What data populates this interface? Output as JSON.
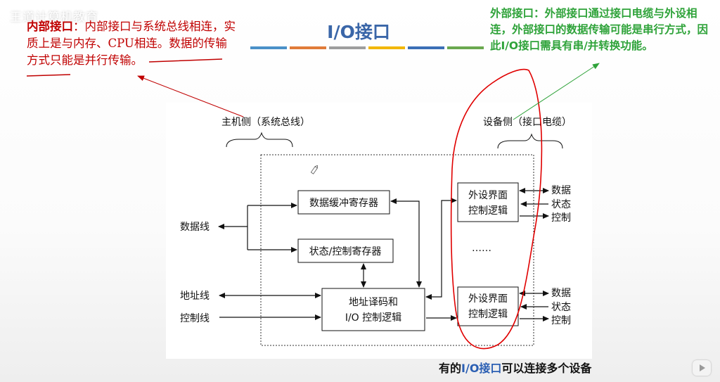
{
  "watermark": "王道计算机教育",
  "slide_title": "I/O接口",
  "accent_colors": [
    "#4a90c8",
    "#e07b39",
    "#9e9e9e",
    "#f2b705",
    "#3b6fb6",
    "#6aa84f"
  ],
  "left_note": {
    "label": "内部接口",
    "text": "：内部接口与系统总线相连，实质上是与内存、CPU相连。数据的传输方式只能是并行传输。"
  },
  "right_note": {
    "label": "外部接口",
    "text": "：外部接口通过接口电缆与外设相连，外部接口的数据传输可能是串行方式，因此I/O接口需具有串/并转换功能。"
  },
  "diagram": {
    "host_side": "主机侧（系统总线）",
    "device_side": "设备侧（接口电缆）",
    "data_line": "数据线",
    "address_line": "地址线",
    "control_line": "控制线",
    "data_buffer": "数据缓冲寄存器",
    "status_control_reg": "状态/控制寄存器",
    "addr_decode_1": "地址译码和",
    "addr_decode_2": "I/O 控制逻辑",
    "peripheral_1": "外设界面",
    "peripheral_2": "控制逻辑",
    "ellipsis": "……",
    "dev_data": "数据",
    "dev_status": "状态",
    "dev_control": "控制"
  },
  "caption": {
    "prefix": "有的",
    "highlight": "I/O接口",
    "suffix": "可以连接多个设备"
  }
}
